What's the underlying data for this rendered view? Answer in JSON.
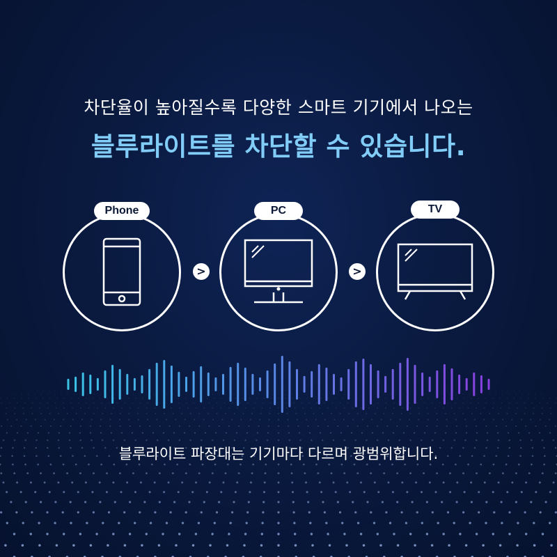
{
  "headline": {
    "sub": "차단율이 높아질수록 다양한 스마트 기기에서 나오는",
    "main": "블루라이트를 차단할 수 있습니다."
  },
  "devices": [
    {
      "label": "Phone",
      "icon": "smartphone-icon"
    },
    {
      "label": "PC",
      "icon": "desktop-monitor-icon"
    },
    {
      "label": "TV",
      "icon": "television-icon"
    }
  ],
  "arrow_glyph": ">",
  "caption": "블루라이트 파장대는 기기마다 다르며 광범위합니다.",
  "colors": {
    "background": "#0a1a40",
    "headline_accent": "#82cdf7",
    "wave_start": "#39c6e8",
    "wave_end": "#8b3ee0"
  }
}
